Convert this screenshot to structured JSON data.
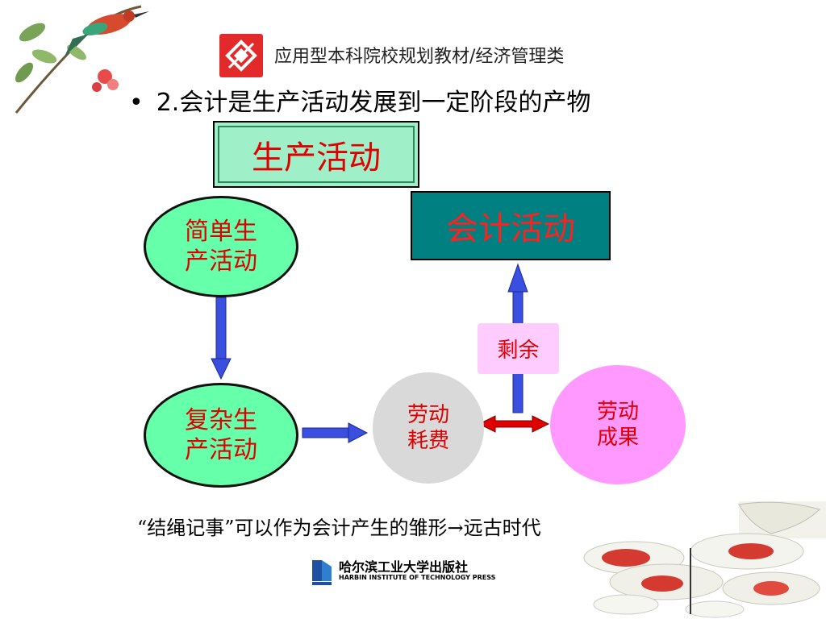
{
  "header": {
    "series_title": "应用型本科院校规划教材/经济管理类",
    "logo_icon": "publisher-logo-icon",
    "decoration_icon": "bird-flower-icon"
  },
  "slide": {
    "bullet": "•",
    "heading": "2.会计是生产活动发展到一定阶段的产物"
  },
  "diagram": {
    "production_activity": "生产活动",
    "accounting_activity": "会计活动",
    "simple_production": "简单生产活动",
    "complex_production": "复杂生产活动",
    "labor_consumption": "劳动耗费",
    "labor_result": "劳动成果",
    "surplus": "剩余"
  },
  "caption": "“结绳记事”可以作为会计产生的雏形→远古时代",
  "footer": {
    "publisher_cn": "哈尔滨工业大学出版社",
    "publisher_en": "HARBIN INSTITUTE OF TECHNOLOGY PRESS",
    "decoration_icon": "butterflies-icon"
  },
  "colors": {
    "text_red": "#e00000",
    "green_fill": "#66ffaa",
    "teal_fill": "#008080",
    "arrow_blue": "#3a4fe0",
    "arrow_red": "#e00000"
  }
}
